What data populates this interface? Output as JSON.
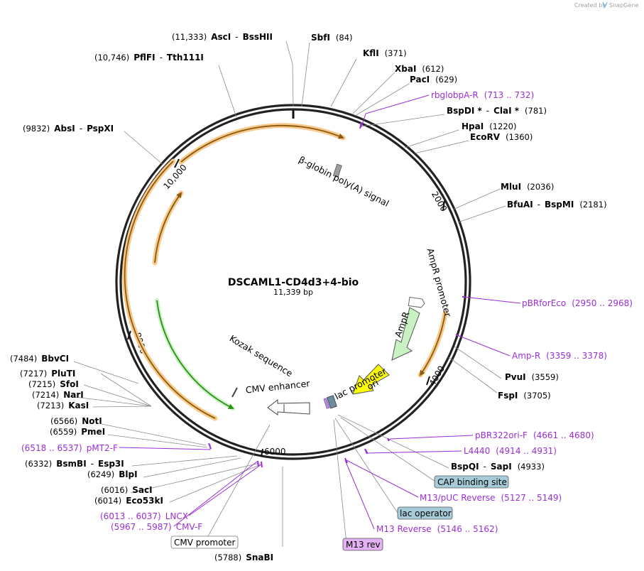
{
  "watermark": {
    "prefix": "Created by",
    "brand": "SnapGene"
  },
  "plasmid": {
    "name": "DSCAML1-CD4d3+4-bio",
    "length_label": "11,339 bp"
  },
  "ticks": [
    "2000",
    "4000",
    "6000",
    "8000",
    "10,000"
  ],
  "enzymes": {
    "ascI_bsshii": {
      "pos": "(11,333)",
      "name1": "AscI",
      "name2": "BssHII"
    },
    "sbfI": {
      "pos": "(84)",
      "name": "SbfI"
    },
    "kflI": {
      "pos": "(371)",
      "name": "KflI"
    },
    "xbaI": {
      "pos": "(612)",
      "name": "XbaI"
    },
    "pacI": {
      "pos": "(629)",
      "name": "PacI"
    },
    "bspdi_clai": {
      "pos": "(781)",
      "name1": "BspDI *",
      "name2": "ClaI *"
    },
    "hpaI": {
      "pos": "(1220)",
      "name": "HpaI"
    },
    "ecoRV": {
      "pos": "(1360)",
      "name": "EcoRV"
    },
    "mluI": {
      "pos": "(2036)",
      "name": "MluI"
    },
    "bfuai_bspmi": {
      "pos": "(2181)",
      "name1": "BfuAI",
      "name2": "BspMI"
    },
    "pvuI": {
      "pos": "(3559)",
      "name": "PvuI"
    },
    "fspI": {
      "pos": "(3705)",
      "name": "FspI"
    },
    "bspqi_sapi": {
      "pos": "(4933)",
      "name1": "BspQI",
      "name2": "SapI"
    },
    "snaBI": {
      "pos": "(5788)",
      "name": "SnaBI"
    },
    "pflfi_tth111i": {
      "pos": "(10,746)",
      "name1": "PflFI",
      "name2": "Tth111I"
    },
    "absi_pspxi": {
      "pos": "(9832)",
      "name1": "AbsI",
      "name2": "PspXI"
    },
    "bbvCI": {
      "pos": "(7484)",
      "name": "BbvCI"
    },
    "pluTI": {
      "pos": "(7217)",
      "name": "PluTI"
    },
    "sfoI": {
      "pos": "(7215)",
      "name": "SfoI"
    },
    "narI": {
      "pos": "(7214)",
      "name": "NarI"
    },
    "kasI": {
      "pos": "(7213)",
      "name": "KasI"
    },
    "notI": {
      "pos": "(6566)",
      "name": "NotI"
    },
    "pmeI": {
      "pos": "(6559)",
      "name": "PmeI"
    },
    "bsmbi_esp3i": {
      "pos": "(6332)",
      "name1": "BsmBI",
      "name2": "Esp3I"
    },
    "blpI": {
      "pos": "(6249)",
      "name": "BlpI"
    },
    "sacI": {
      "pos": "(6016)",
      "name": "SacI"
    },
    "eco53kI": {
      "pos": "(6014)",
      "name": "Eco53kI"
    }
  },
  "primers": {
    "rbglobpA_R": {
      "name": "rbglobpA-R",
      "range": "(713 .. 732)"
    },
    "pBRforEco": {
      "name": "pBRforEco",
      "range": "(2950 .. 2968)"
    },
    "amp_R": {
      "name": "Amp-R",
      "range": "(3359 .. 3378)"
    },
    "pBR322ori_F": {
      "name": "pBR322ori-F",
      "range": "(4661 .. 4680)"
    },
    "L4440": {
      "name": "L4440",
      "range": "(4914 .. 4931)"
    },
    "M13_pUC_rev": {
      "name": "M13/pUC Reverse",
      "range": "(5127 .. 5149)"
    },
    "M13_rev": {
      "name": "M13 Reverse",
      "range": "(5146 .. 5162)"
    },
    "pMT2_F": {
      "name": "pMT2-F",
      "range": "(6518 .. 6537)"
    },
    "LNCX": {
      "name": "LNCX",
      "range": "(6013 .. 6037)"
    },
    "CMV_F": {
      "name": "CMV-F",
      "range": "(5967 .. 5987)"
    }
  },
  "features": {
    "beta_globin": "β-globin poly(A) signal",
    "ampR_promoter": "AmpR promoter",
    "ampR": "AmpR",
    "ori": "ori",
    "lac_promoter": "lac promoter",
    "kozak": "Kozak sequence",
    "cmv_enhancer": "CMV enhancer"
  },
  "boxes": {
    "cap_binding": "CAP binding site",
    "lac_operator": "lac operator",
    "m13_rev": "M13 rev",
    "cmv_promoter": "CMV promoter"
  },
  "colors": {
    "primer": "#9a2fd6",
    "orf_halo": "#f7c98a",
    "orf_line": "#8a5a12",
    "green_arc": "#2f8f1b",
    "ampR_fill": "#c9f2c3",
    "ori_fill": "#ffff00",
    "box_blue": "#a6ccd9",
    "box_purple": "#e4b2f2"
  }
}
